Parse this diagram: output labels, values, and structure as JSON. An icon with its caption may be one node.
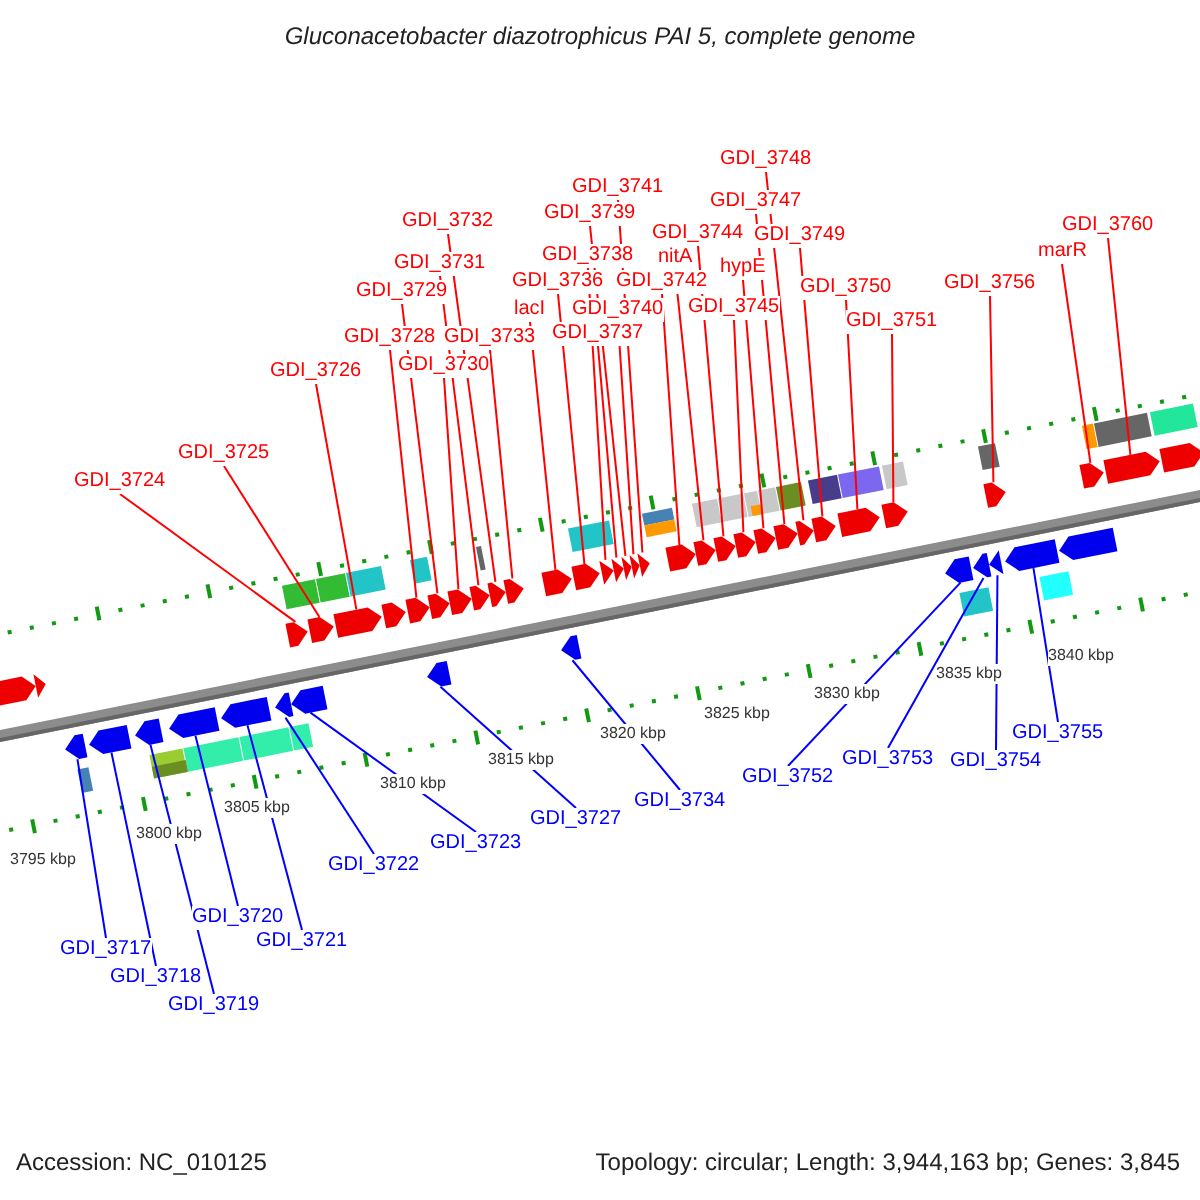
{
  "diagram": {
    "title": "Gluconacetobacter diazotrophicus PAI 5, complete genome",
    "nodes": [
      {
        "text": [
          "GDI_3748"
        ]
      },
      {
        "text": [
          "GDI_3741"
        ]
      },
      {
        "text": [
          "GDI_3747"
        ]
      },
      {
        "text": [
          "GDI_3739"
        ]
      },
      {
        "text": [
          "GDI_3732"
        ]
      },
      {
        "text": [
          "GDI_3760"
        ]
      },
      {
        "text": [
          "GDI_3744"
        ]
      },
      {
        "text": [
          "GDI_3749"
        ]
      },
      {
        "text": [
          "marR"
        ]
      },
      {
        "text": [
          "GDI_3738"
        ]
      },
      {
        "text": [
          "nitA"
        ]
      },
      {
        "text": [
          "GDI_3731"
        ]
      },
      {
        "text": [
          "hypE"
        ]
      },
      {
        "text": [
          "GDI_3736"
        ]
      },
      {
        "text": [
          "GDI_3742"
        ]
      },
      {
        "text": [
          "GDI_3756"
        ]
      },
      {
        "text": [
          "GDI_3750"
        ]
      },
      {
        "text": [
          "GDI_3729"
        ]
      },
      {
        "text": [
          "GDI_3745"
        ]
      },
      {
        "text": [
          "lacI"
        ]
      },
      {
        "text": [
          "GDI_3740"
        ]
      },
      {
        "text": [
          "GDI_3751"
        ]
      },
      {
        "text": [
          "GDI_3737"
        ]
      },
      {
        "text": [
          "GDI_3728"
        ]
      },
      {
        "text": [
          "GDI_3733"
        ]
      },
      {
        "text": [
          "GDI_3730"
        ]
      },
      {
        "text": [
          "GDI_3726"
        ]
      },
      {
        "text": [
          "GDI_3725"
        ]
      },
      {
        "text": [
          "GDI_3724"
        ]
      },
      {
        "text": [
          "GDI_3755"
        ]
      },
      {
        "text": [
          "GDI_3753"
        ]
      },
      {
        "text": [
          "GDI_3754"
        ]
      },
      {
        "text": [
          "GDI_3752"
        ]
      },
      {
        "text": [
          "GDI_3734"
        ]
      },
      {
        "text": [
          "GDI_3727"
        ]
      },
      {
        "text": [
          "GDI_3723"
        ]
      },
      {
        "text": [
          "GDI_3722"
        ]
      },
      {
        "text": [
          "GDI_3720"
        ]
      },
      {
        "text": [
          "GDI_3721"
        ]
      },
      {
        "text": [
          "GDI_3717"
        ]
      },
      {
        "text": [
          "GDI_3718"
        ]
      },
      {
        "text": [
          "GDI_3719"
        ]
      },
      {
        "text": [],
        "shape": "arrow"
      },
      {
        "text": [],
        "shape": "arrow"
      },
      {
        "text": [],
        "shape": "arrow"
      },
      {
        "text": [],
        "shape": "arrow"
      },
      {
        "text": [],
        "shape": "arrow"
      },
      {
        "text": [],
        "shape": "arrow"
      },
      {
        "text": [],
        "shape": "arrow"
      },
      {
        "text": [],
        "shape": "arrow"
      },
      {
        "text": [],
        "shape": "arrow"
      },
      {
        "text": [],
        "shape": "arrow"
      },
      {
        "text": [],
        "shape": "arrow"
      },
      {
        "text": [],
        "shape": "arrow"
      },
      {
        "text": [],
        "shape": "arrow"
      },
      {
        "text": [],
        "shape": "arrow"
      },
      {
        "text": [],
        "shape": "arrow"
      },
      {
        "text": [],
        "shape": "arrow"
      },
      {
        "text": [],
        "shape": "arrow"
      },
      {
        "text": [],
        "shape": "arrow"
      },
      {
        "text": [],
        "shape": "arrow"
      },
      {
        "text": [],
        "shape": "arrow"
      },
      {
        "text": [],
        "shape": "arrow"
      },
      {
        "text": [],
        "shape": "arrow"
      },
      {
        "text": [],
        "shape": "arrow"
      },
      {
        "text": [],
        "shape": "arrow"
      },
      {
        "text": [],
        "shape": "arrow"
      },
      {
        "text": [],
        "shape": "arrow"
      },
      {
        "text": [],
        "shape": "arrow"
      },
      {
        "text": [],
        "shape": "arrow"
      },
      {
        "text": [],
        "shape": "arrow"
      },
      {
        "text": [],
        "shape": "arrow"
      },
      {
        "text": [],
        "shape": "arrow"
      },
      {
        "text": [],
        "shape": "arrow"
      },
      {
        "text": [],
        "shape": "arrow"
      },
      {
        "text": [],
        "shape": "arrow"
      },
      {
        "text": [],
        "shape": "arrow"
      },
      {
        "text": [],
        "shape": "arrow"
      },
      {
        "text": [],
        "shape": "arrow"
      },
      {
        "text": [],
        "shape": "arrow"
      },
      {
        "text": [],
        "shape": "arrow"
      },
      {
        "text": [],
        "shape": "arrow"
      },
      {
        "text": [],
        "shape": "arrow"
      },
      {
        "text": [],
        "shape": "arrow"
      },
      {
        "text": [],
        "shape": "arrow"
      },
      {
        "text": [],
        "shape": "arrow"
      },
      {
        "text": [],
        "shape": "arrow"
      },
      {
        "text": [],
        "shape": "arrow"
      },
      {
        "text": [],
        "shape": "arrow"
      }
    ],
    "edges": [
      {
        "from": 0,
        "to": 73,
        "arrow": "none"
      },
      {
        "from": 1,
        "to": 66,
        "arrow": "none"
      },
      {
        "from": 2,
        "to": 72,
        "arrow": "none"
      },
      {
        "from": 3,
        "to": 64,
        "arrow": "none"
      },
      {
        "from": 4,
        "to": 57,
        "arrow": "none"
      },
      {
        "from": 5,
        "to": 83,
        "arrow": "none"
      },
      {
        "from": 6,
        "to": 69,
        "arrow": "none"
      },
      {
        "from": 7,
        "to": 74,
        "arrow": "none"
      },
      {
        "from": 8,
        "to": 82,
        "arrow": "none"
      },
      {
        "from": 9,
        "to": 62,
        "arrow": "none"
      },
      {
        "from": 10,
        "to": 68,
        "arrow": "none"
      },
      {
        "from": 11,
        "to": 56,
        "arrow": "none"
      },
      {
        "from": 12,
        "to": 71,
        "arrow": "none"
      },
      {
        "from": 13,
        "to": 61,
        "arrow": "none"
      },
      {
        "from": 14,
        "to": 67,
        "arrow": "none"
      },
      {
        "from": 15,
        "to": 80,
        "arrow": "none"
      },
      {
        "from": 16,
        "to": 75,
        "arrow": "none"
      },
      {
        "from": 17,
        "to": 54,
        "arrow": "none"
      },
      {
        "from": 18,
        "to": 70,
        "arrow": "none"
      },
      {
        "from": 19,
        "to": 59,
        "arrow": "none"
      },
      {
        "from": 20,
        "to": 65,
        "arrow": "none"
      },
      {
        "from": 21,
        "to": 76,
        "arrow": "none"
      },
      {
        "from": 22,
        "to": 63,
        "arrow": "none"
      },
      {
        "from": 23,
        "to": 52,
        "arrow": "none"
      },
      {
        "from": 24,
        "to": 58,
        "arrow": "none"
      },
      {
        "from": 25,
        "to": 55,
        "arrow": "none"
      },
      {
        "from": 26,
        "to": 51,
        "arrow": "none"
      },
      {
        "from": 27,
        "to": 50,
        "arrow": "none"
      },
      {
        "from": 28,
        "to": 49,
        "arrow": "none"
      },
      {
        "from": 29,
        "to": 81,
        "arrow": "none",
        "color": "#0000ff"
      },
      {
        "from": 30,
        "to": 78,
        "arrow": "none",
        "color": "#0000ff"
      },
      {
        "from": 31,
        "to": 79,
        "arrow": "none",
        "color": "#0000ff"
      },
      {
        "from": 32,
        "to": 77,
        "arrow": "none",
        "color": "#0000ff"
      },
      {
        "from": 33,
        "to": 60,
        "arrow": "none",
        "color": "#0000ff"
      },
      {
        "from": 34,
        "to": 53,
        "arrow": "none",
        "color": "#0000ff"
      },
      {
        "from": 35,
        "to": 48,
        "arrow": "none",
        "color": "#0000ff"
      },
      {
        "from": 36,
        "to": 47,
        "arrow": "none",
        "color": "#0000ff"
      },
      {
        "from": 37,
        "to": 45,
        "arrow": "none",
        "color": "#0000ff"
      },
      {
        "from": 38,
        "to": 46,
        "arrow": "none",
        "color": "#0000ff"
      },
      {
        "from": 39,
        "to": 42,
        "arrow": "none",
        "color": "#0000ff"
      },
      {
        "from": 40,
        "to": 43,
        "arrow": "none",
        "color": "#0000ff"
      },
      {
        "from": 41,
        "to": 44,
        "arrow": "none",
        "color": "#0000ff"
      }
    ],
    "labels": [
      "3840 kbp",
      "3835 kbp",
      "3830 kbp",
      "3825 kbp",
      "3820 kbp",
      "3815 kbp",
      "3810 kbp",
      "3805 kbp",
      "3800 kbp",
      "3795 kbp",
      "Accession: NC_010125",
      "Topology: circular; Length: 3,944,163 bp; Genes: 3,845"
    ]
  }
}
